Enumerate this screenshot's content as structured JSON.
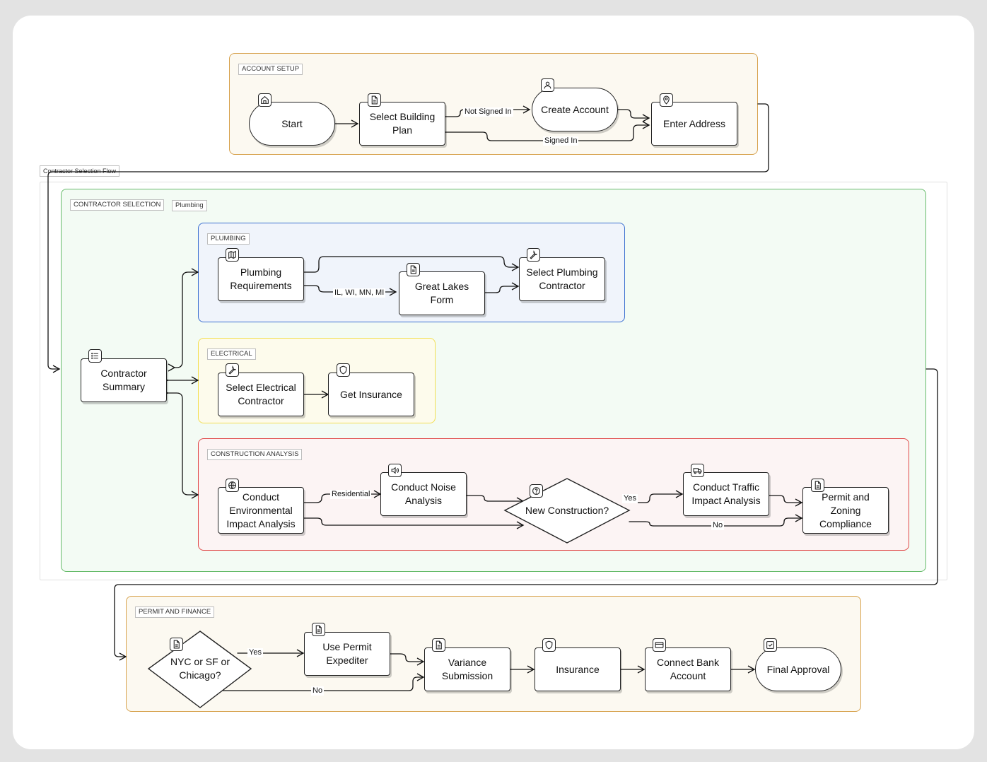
{
  "groups": {
    "account_setup": "ACCOUNT SETUP",
    "contractor_flow": "Contractor Selection Flow",
    "contractor_selection": "CONTRACTOR SELECTION",
    "contractor_selection_tag": "Plumbing",
    "plumbing": "PLUMBING",
    "electrical": "ELECTRICAL",
    "construction_analysis": "CONSTRUCTION ANALYSIS",
    "permit_finance": "PERMIT AND FINANCE"
  },
  "nodes": {
    "start": "Start",
    "select_building_plan": "Select Building Plan",
    "create_account": "Create Account",
    "enter_address": "Enter Address",
    "contractor_summary": "Contractor Summary",
    "plumbing_requirements": "Plumbing Requirements",
    "great_lakes_form": "Great Lakes Form",
    "select_plumbing_contractor": "Select Plumbing Contractor",
    "select_electrical_contractor": "Select Electrical Contractor",
    "get_insurance": "Get Insurance",
    "conduct_environmental": "Conduct Environmental Impact Analysis",
    "conduct_noise": "Conduct Noise Analysis",
    "new_construction": "New Construction?",
    "conduct_traffic": "Conduct Traffic Impact Analysis",
    "permit_zoning": "Permit and Zoning Compliance",
    "nyc_sf_chicago": "NYC or SF or Chicago?",
    "use_permit_expediter": "Use Permit Expediter",
    "variance_submission": "Variance Submission",
    "insurance": "Insurance",
    "connect_bank": "Connect Bank Account",
    "final_approval": "Final Approval"
  },
  "edge_labels": {
    "not_signed_in": "Not Signed In",
    "signed_in": "Signed In",
    "great_lakes_states": "IL, WI, MN, MI",
    "residential": "Residential",
    "yes_construction": "Yes",
    "no_construction": "No",
    "yes_city": "Yes",
    "no_city": "No"
  },
  "icons": {
    "start": "home-icon",
    "select_building_plan": "document-icon",
    "create_account": "user-icon",
    "enter_address": "map-pin-icon",
    "contractor_summary": "list-icon",
    "plumbing_requirements": "map-icon",
    "great_lakes_form": "document-icon",
    "select_plumbing_contractor": "wrench-icon",
    "select_electrical_contractor": "wrench-icon",
    "get_insurance": "shield-icon",
    "conduct_environmental": "globe-icon",
    "conduct_noise": "speaker-icon",
    "new_construction": "help-circle-icon",
    "conduct_traffic": "truck-icon",
    "permit_zoning": "document-icon",
    "nyc_sf_chicago": "document-icon",
    "use_permit_expediter": "document-icon",
    "variance_submission": "document-icon",
    "insurance": "shield-icon",
    "connect_bank": "credit-card-icon",
    "final_approval": "check-square-icon"
  },
  "colors": {
    "account_setup": "#d7a24d",
    "contractor_selection": "#66bb6a",
    "plumbing": "#3b6fd0",
    "electrical": "#f2df52",
    "construction_analysis": "#e04848",
    "permit_finance": "#d7a24d"
  }
}
